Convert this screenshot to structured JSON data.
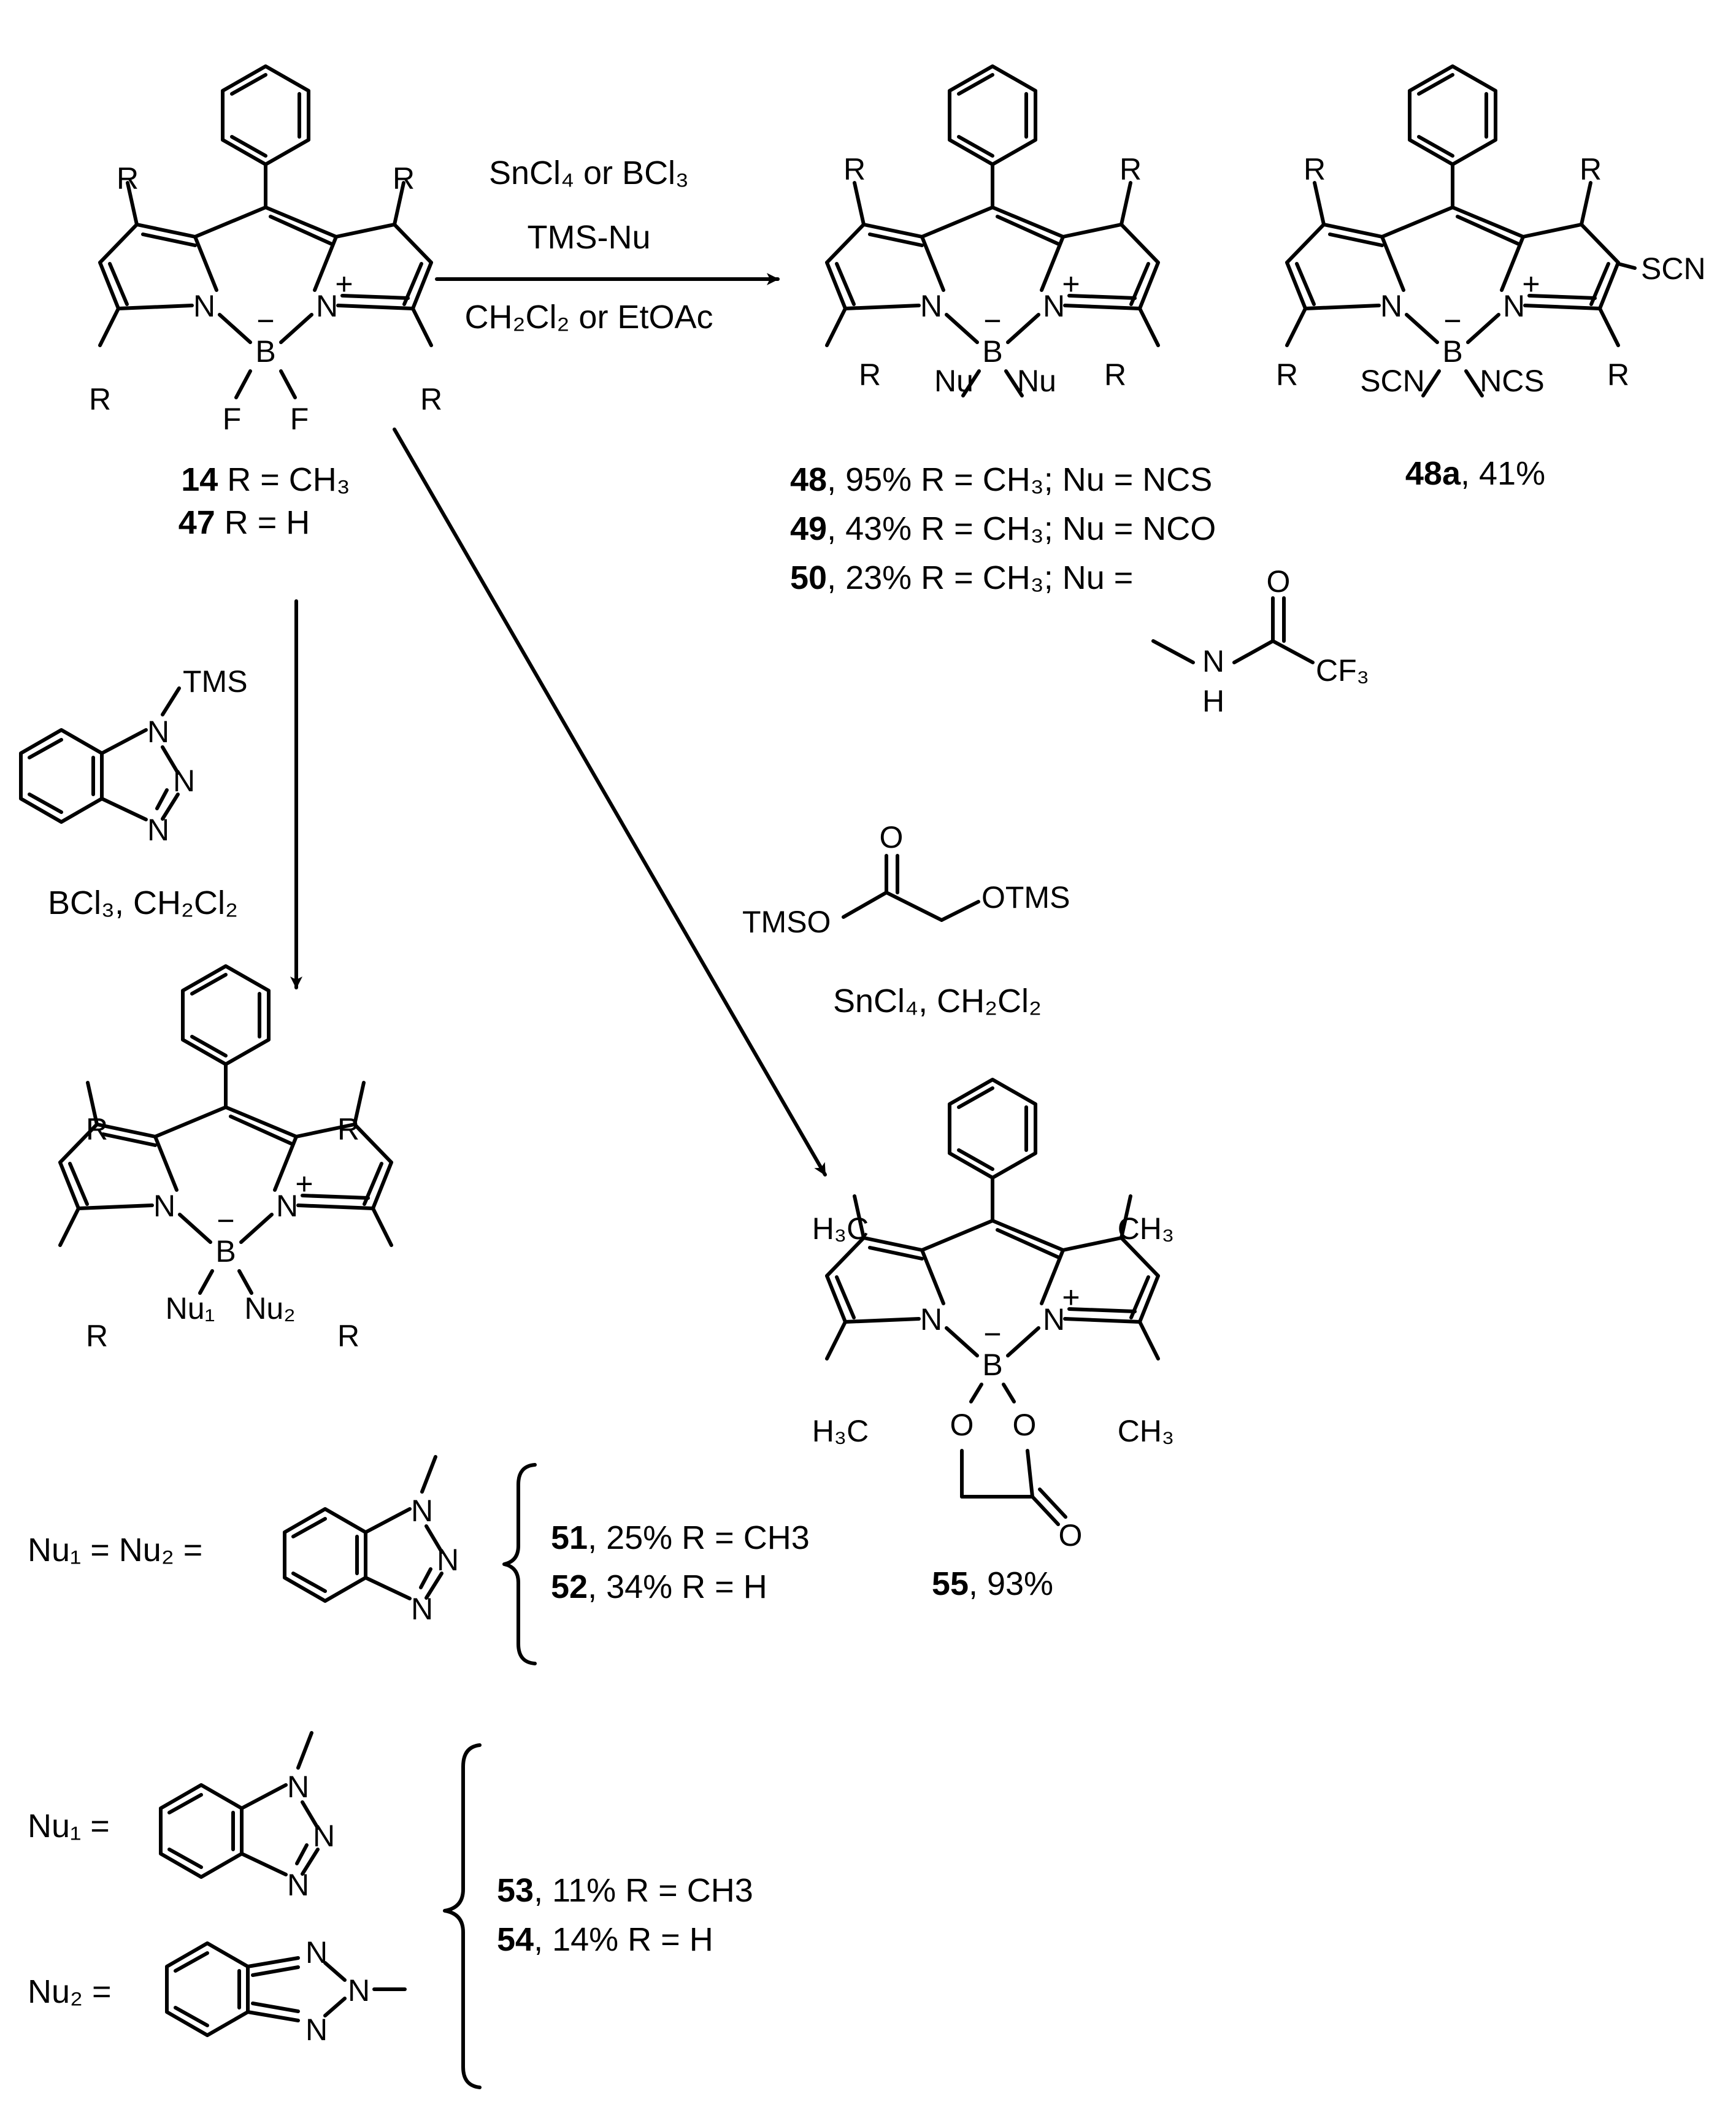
{
  "atoms": {
    "R": "R",
    "N": "N",
    "B": "B",
    "F": "F",
    "H": "H",
    "O": "O",
    "Nu": "Nu",
    "Nu1": "Nu₁",
    "Nu2": "Nu₂",
    "minus": "−",
    "plus": "+",
    "SCN": "SCN",
    "NCS": "NCS",
    "CH3": "CH₃",
    "H3C": "H₃C",
    "CF3": "CF₃",
    "TMS": "TMS",
    "TMSO": "TMSO",
    "OTMS": "OTMS"
  },
  "reagents": {
    "top_line1": "SnCl₄ or BCl₃",
    "top_line2": "TMS-Nu",
    "top_line3": "CH₂Cl₂ or EtOAc",
    "left_line": "BCl₃, CH₂Cl₂",
    "diag_line": "SnCl₄, CH₂Cl₂"
  },
  "labels": {
    "c14_num": "14",
    "c14_rest": " R = CH₃",
    "c47_num": "47",
    "c47_rest": " R = H",
    "c48_num": "48",
    "c48_rest": ", 95% R = CH₃; Nu = NCS",
    "c49_num": "49",
    "c49_rest": ", 43% R = CH₃; Nu = NCO",
    "c50_num": "50",
    "c50_rest": ", 23% R = CH₃; Nu =",
    "c48a_num": "48a",
    "c48a_rest": ", 41%",
    "c51_num": "51",
    "c51_rest": ", 25% R = CH3",
    "c52_num": "52",
    "c52_rest": ", 34% R = H",
    "c53_num": "53",
    "c53_rest": ", 11% R = CH3",
    "c54_num": "54",
    "c54_rest": ", 14% R = H",
    "c55_num": "55",
    "c55_rest": ", 93%",
    "nu1_eq_nu2": "Nu₁ = Nu₂ =",
    "nu1_eq": "Nu₁ =",
    "nu2_eq": "Nu₂ ="
  }
}
